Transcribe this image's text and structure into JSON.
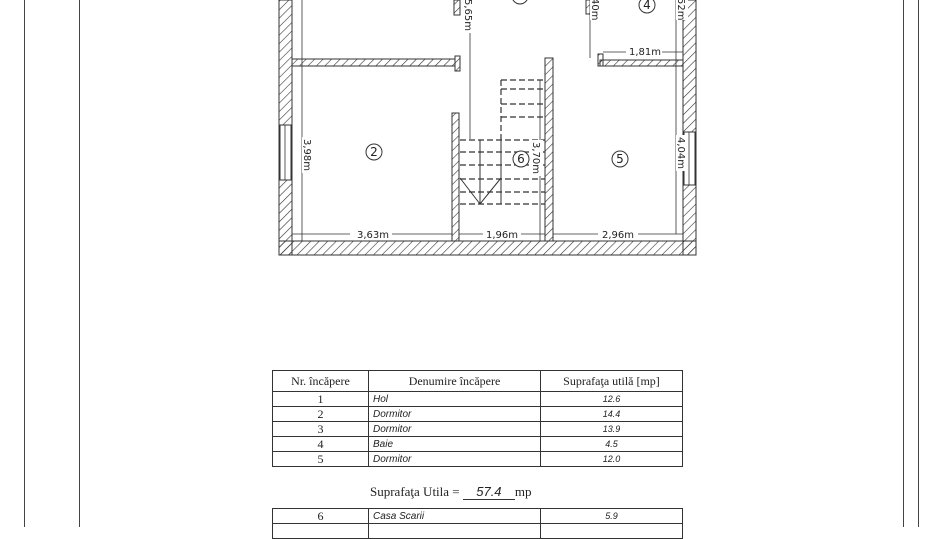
{
  "plan": {
    "rooms": [
      "2",
      "4",
      "5",
      "6"
    ],
    "dimensions": {
      "hall_height": "5,65m",
      "bath_partial": "40m",
      "right_partial": "52m",
      "bath_width": "1,81m",
      "room2_height": "3,98m",
      "stair_height": "3,70m",
      "room5_height": "4,04m",
      "room2_width": "3,63m",
      "stair_width": "1,96m",
      "room5_width": "2,96m"
    }
  },
  "table": {
    "headers": [
      "Nr. încăpere",
      "Denumire încăpere",
      "Suprafaţa utilă [mp]"
    ],
    "rows": [
      {
        "nr": "1",
        "name": "Hol",
        "area": "12.6"
      },
      {
        "nr": "2",
        "name": "Dormitor",
        "area": "14.4"
      },
      {
        "nr": "3",
        "name": "Dormitor",
        "area": "13.9"
      },
      {
        "nr": "4",
        "name": "Baie",
        "area": "4.5"
      },
      {
        "nr": "5",
        "name": "Dormitor",
        "area": "12.0"
      }
    ]
  },
  "total": {
    "label": "Suprafaţa Utila =",
    "value": "57.4",
    "unit": "mp"
  },
  "table2": {
    "rows": [
      {
        "nr": "6",
        "name": "Casa Scarii",
        "area": "5.9"
      }
    ]
  }
}
